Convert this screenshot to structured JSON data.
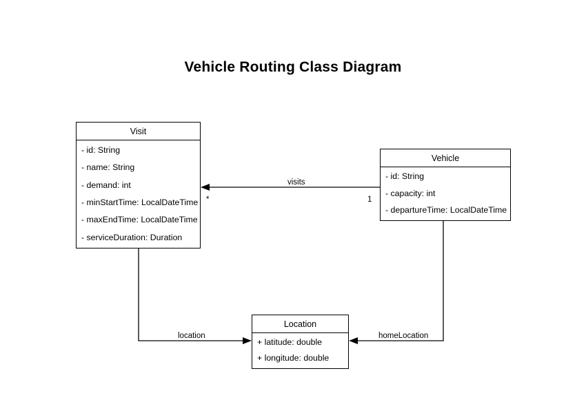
{
  "diagram": {
    "title": "Vehicle Routing Class Diagram",
    "type": "uml-class-diagram",
    "background": "#ffffff",
    "line_color": "#000000",
    "classes": [
      {
        "id": "visit",
        "name": "Visit",
        "attributes": [
          "- id: String",
          "- name: String",
          "- demand: int",
          "- minStartTime: LocalDateTime",
          "- maxEndTime: LocalDateTime",
          "- serviceDuration: Duration"
        ]
      },
      {
        "id": "vehicle",
        "name": "Vehicle",
        "attributes": [
          "- id: String",
          "- capacity: int",
          "- departureTime: LocalDateTime"
        ]
      },
      {
        "id": "location",
        "name": "Location",
        "attributes": [
          "+ latitude: double",
          "+ longitude: double"
        ]
      }
    ],
    "relations": [
      {
        "id": "visits",
        "label": "visits",
        "from": "Vehicle",
        "to": "Visit",
        "source_multiplicity": "1",
        "target_multiplicity": "*"
      },
      {
        "id": "location",
        "label": "location",
        "from": "Visit",
        "to": "Location",
        "source_multiplicity": "",
        "target_multiplicity": ""
      },
      {
        "id": "homeLocation",
        "label": "homeLocation",
        "from": "Vehicle",
        "to": "Location",
        "source_multiplicity": "",
        "target_multiplicity": ""
      }
    ]
  }
}
